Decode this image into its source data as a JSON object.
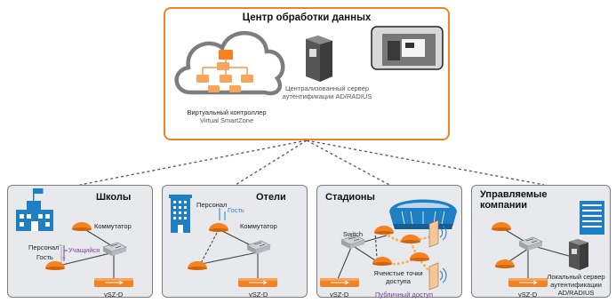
{
  "datacenter": {
    "title": "Центр обработки данных",
    "virtual_controller": "Виртуальный контроллер",
    "virtual_smartzone": "Virtual SmartZone",
    "auth_server": "Централизованный сервер аутентификации AD/RADIUS"
  },
  "panels": {
    "schools": {
      "title": "Школы",
      "switch": "Коммутатор",
      "staff": "Персонал",
      "guest": "Гость",
      "students": "Учащийся",
      "vszd": "vSZ-D"
    },
    "hotels": {
      "title": "Отели",
      "staff": "Персонал",
      "guest": "Гость",
      "switch": "Коммутатор",
      "vszd": "vSZ-D"
    },
    "stadiums": {
      "title": "Стадионы",
      "switch": "Switch",
      "mesh": "Ячеистые точки доступа",
      "public_access": "Публичный доступ",
      "vszd": "vSZ-D"
    },
    "managed": {
      "title": "Управляемые компании",
      "local_server": "Локальный сервер аутентификации AD/RADIUS",
      "vszd": "vSZ-D"
    }
  },
  "colors": {
    "orange": "#f58220",
    "blue": "#1f7fc4",
    "purple": "#7b3fa0",
    "gray": "#7d7d7d"
  }
}
